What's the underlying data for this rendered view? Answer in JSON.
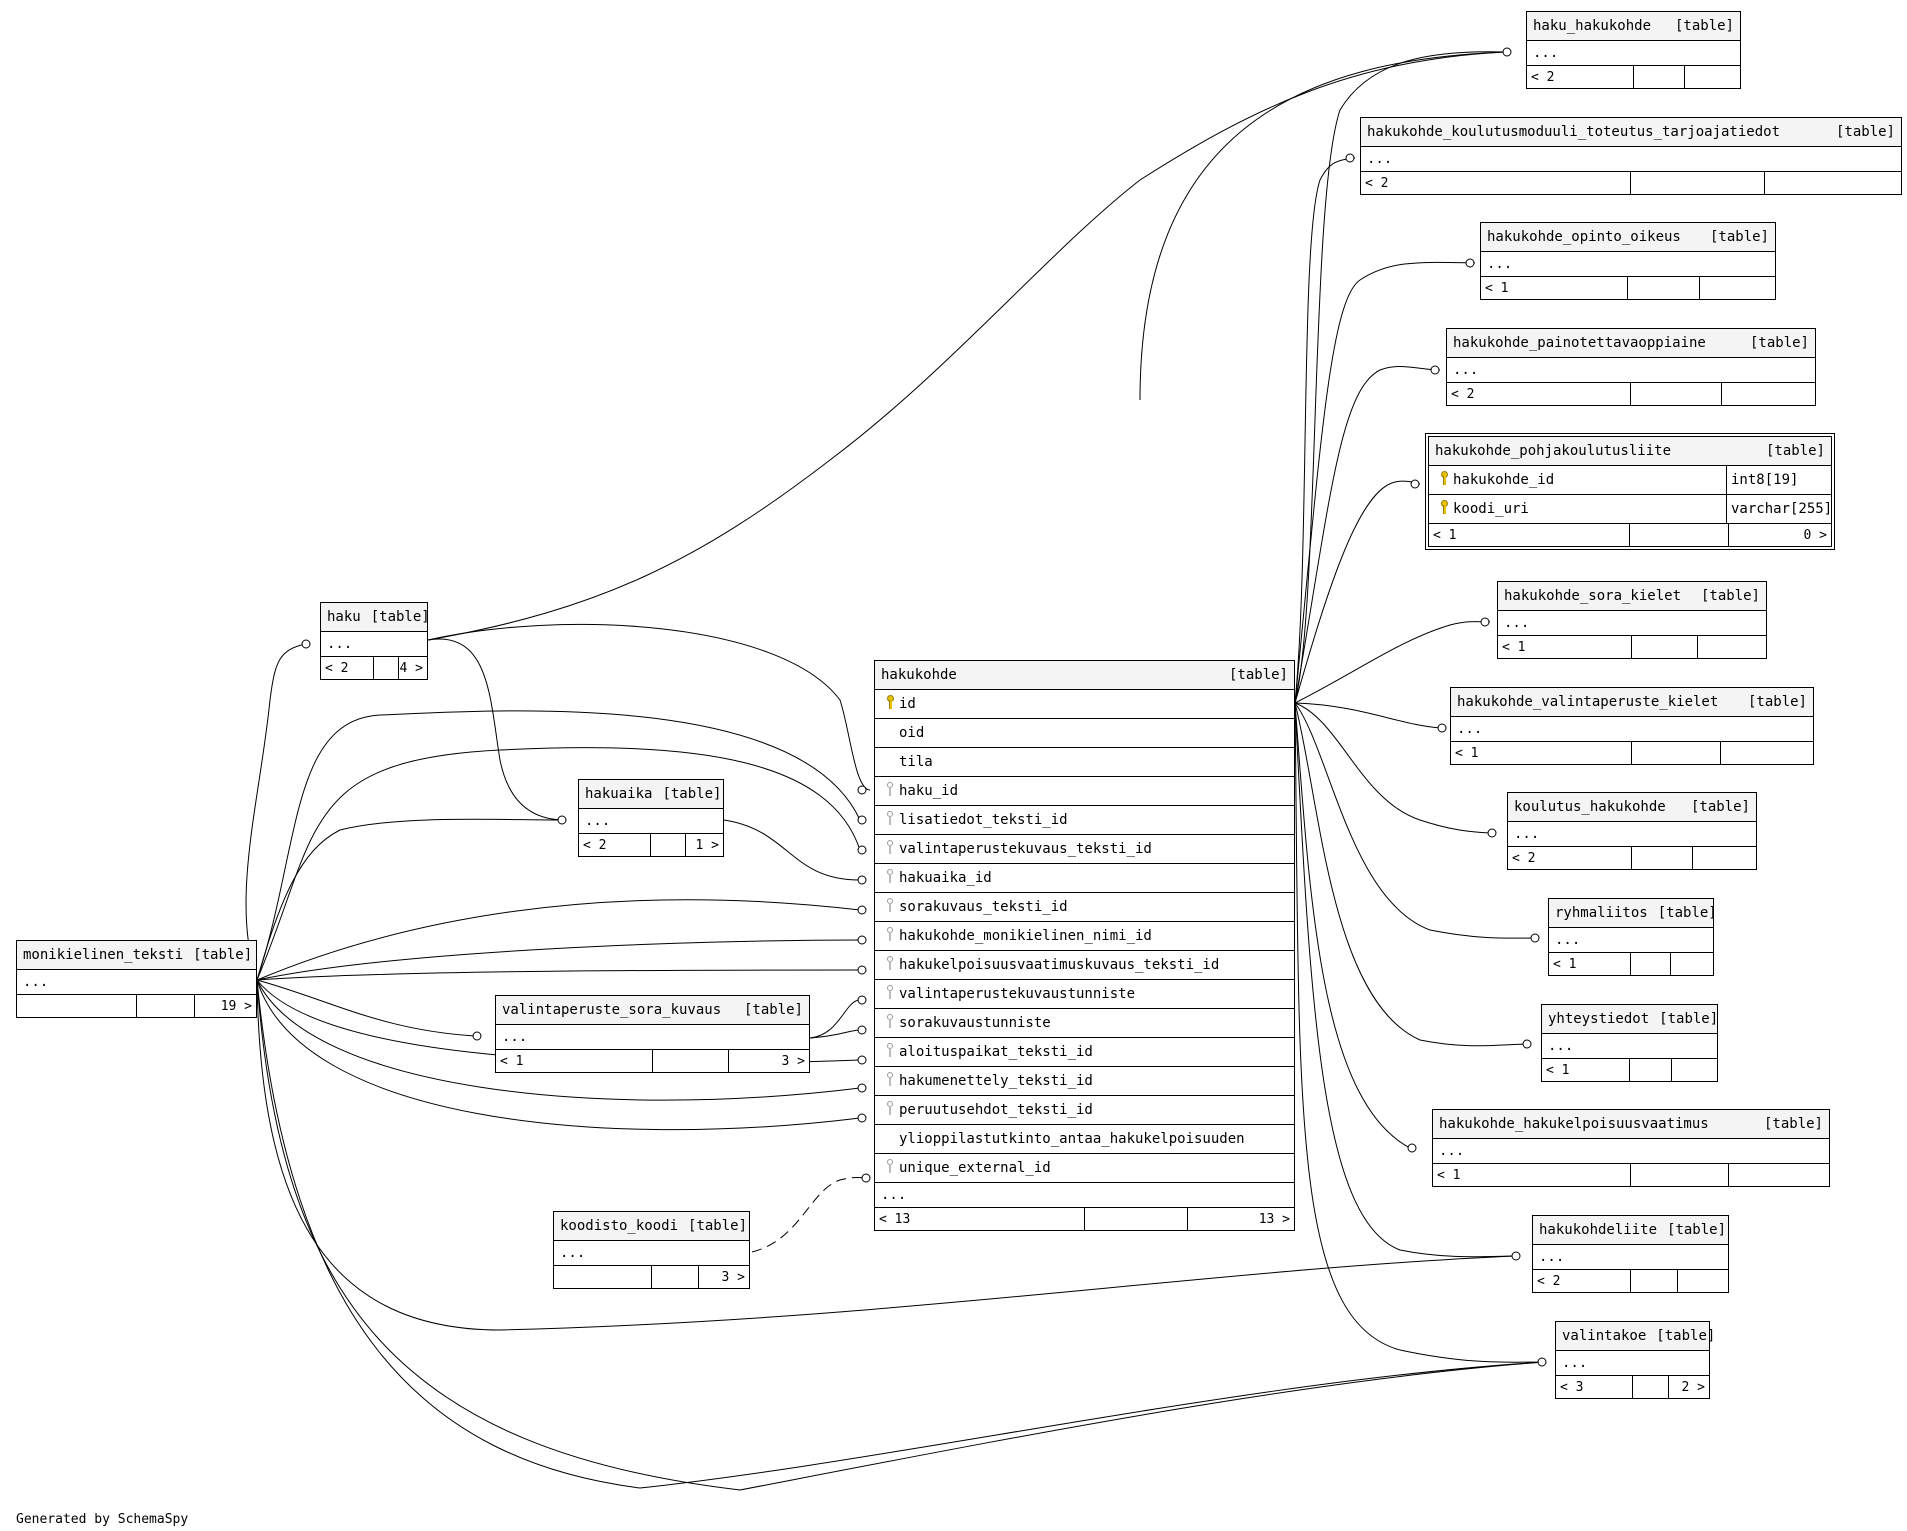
{
  "footer": "Generated by SchemaSpy",
  "tables": {
    "haku_hakukohde": {
      "name": "haku_hakukohde",
      "tag": "[table]",
      "ellipsis": "...",
      "foot": [
        "< 2",
        "",
        ""
      ]
    },
    "koulutusmoduuli": {
      "name": "hakukohde_koulutusmoduuli_toteutus_tarjoajatiedot",
      "tag": "[table]",
      "ellipsis": "...",
      "foot": [
        "< 2",
        "",
        ""
      ]
    },
    "opinto_oikeus": {
      "name": "hakukohde_opinto_oikeus",
      "tag": "[table]",
      "ellipsis": "...",
      "foot": [
        "< 1",
        "",
        ""
      ]
    },
    "painotettava": {
      "name": "hakukohde_painotettavaoppiaine",
      "tag": "[table]",
      "ellipsis": "...",
      "foot": [
        "< 2",
        "",
        ""
      ]
    },
    "pohjakoulutusliite": {
      "name": "hakukohde_pohjakoulutusliite",
      "tag": "[table]",
      "columns": [
        {
          "name": "hakukohde_id",
          "type": "int8[19]",
          "key": "pk"
        },
        {
          "name": "koodi_uri",
          "type": "varchar[255]",
          "key": "pk"
        }
      ],
      "foot": [
        "< 1",
        "",
        "0 >"
      ]
    },
    "sora_kielet": {
      "name": "hakukohde_sora_kielet",
      "tag": "[table]",
      "ellipsis": "...",
      "foot": [
        "< 1",
        "",
        ""
      ]
    },
    "valintaperuste_kielet": {
      "name": "hakukohde_valintaperuste_kielet",
      "tag": "[table]",
      "ellipsis": "...",
      "foot": [
        "< 1",
        "",
        ""
      ]
    },
    "koulutus_hakukohde": {
      "name": "koulutus_hakukohde",
      "tag": "[table]",
      "ellipsis": "...",
      "foot": [
        "< 2",
        "",
        ""
      ]
    },
    "ryhmaliitos": {
      "name": "ryhmaliitos",
      "tag": "[table]",
      "ellipsis": "...",
      "foot": [
        "< 1",
        "",
        ""
      ]
    },
    "yhteystiedot": {
      "name": "yhteystiedot",
      "tag": "[table]",
      "ellipsis": "...",
      "foot": [
        "< 1",
        "",
        ""
      ]
    },
    "hakukelpoisuusvaatimus": {
      "name": "hakukohde_hakukelpoisuusvaatimus",
      "tag": "[table]",
      "ellipsis": "...",
      "foot": [
        "< 1",
        "",
        ""
      ]
    },
    "hakukohdeliite": {
      "name": "hakukohdeliite",
      "tag": "[table]",
      "ellipsis": "...",
      "foot": [
        "< 2",
        "",
        ""
      ]
    },
    "valintakoe": {
      "name": "valintakoe",
      "tag": "[table]",
      "ellipsis": "...",
      "foot": [
        "< 3",
        "",
        "2 >"
      ]
    },
    "haku": {
      "name": "haku",
      "tag": "[table]",
      "ellipsis": "...",
      "foot": [
        "< 2",
        "",
        "4 >"
      ]
    },
    "hakuaika": {
      "name": "hakuaika",
      "tag": "[table]",
      "ellipsis": "...",
      "foot": [
        "< 2",
        "",
        "1 >"
      ]
    },
    "monikielinen_teksti": {
      "name": "monikielinen_teksti",
      "tag": "[table]",
      "ellipsis": "...",
      "foot": [
        "",
        "",
        "19 >"
      ]
    },
    "valintaperuste_sora_kuvaus": {
      "name": "valintaperuste_sora_kuvaus",
      "tag": "[table]",
      "ellipsis": "...",
      "foot": [
        "< 1",
        "",
        "3 >"
      ]
    },
    "koodisto_koodi": {
      "name": "koodisto_koodi",
      "tag": "[table]",
      "ellipsis": "...",
      "foot": [
        "",
        "",
        "3 >"
      ]
    },
    "hakukohde": {
      "name": "hakukohde",
      "tag": "[table]",
      "columns": [
        {
          "name": "id",
          "key": "pk"
        },
        {
          "name": "oid",
          "key": ""
        },
        {
          "name": "tila",
          "key": ""
        },
        {
          "name": "haku_id",
          "key": "fk"
        },
        {
          "name": "lisatiedot_teksti_id",
          "key": "fk"
        },
        {
          "name": "valintaperustekuvaus_teksti_id",
          "key": "fk"
        },
        {
          "name": "hakuaika_id",
          "key": "fk"
        },
        {
          "name": "sorakuvaus_teksti_id",
          "key": "fk"
        },
        {
          "name": "hakukohde_monikielinen_nimi_id",
          "key": "fk"
        },
        {
          "name": "hakukelpoisuusvaatimuskuvaus_teksti_id",
          "key": "fk"
        },
        {
          "name": "valintaperustekuvaustunniste",
          "key": "fk"
        },
        {
          "name": "sorakuvaustunniste",
          "key": "fk"
        },
        {
          "name": "aloituspaikat_teksti_id",
          "key": "fk"
        },
        {
          "name": "hakumenettely_teksti_id",
          "key": "fk"
        },
        {
          "name": "peruutusehdot_teksti_id",
          "key": "fk"
        },
        {
          "name": "ylioppilastutkinto_antaa_hakukelpoisuuden",
          "key": ""
        },
        {
          "name": "unique_external_id",
          "key": "fk"
        }
      ],
      "ellipsis": "...",
      "foot": [
        "< 13",
        "",
        "13 >"
      ]
    }
  }
}
